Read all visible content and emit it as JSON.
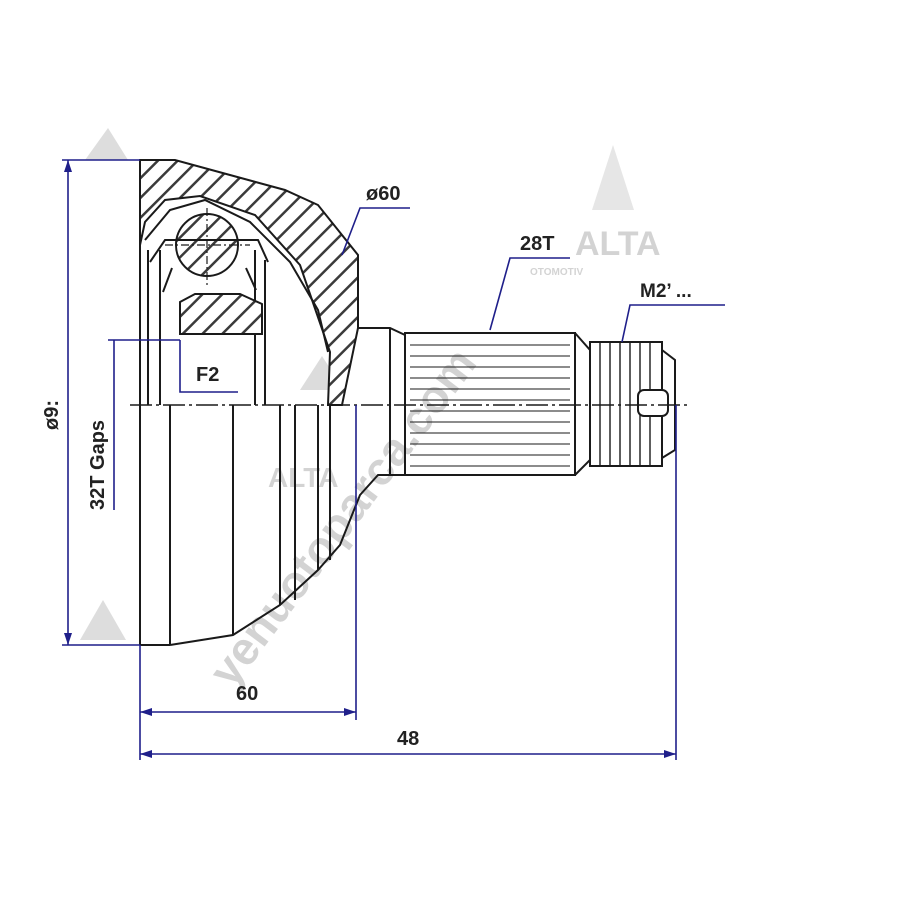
{
  "labels": {
    "outer_diameter": "ø9:",
    "gaps": "32T Gaps",
    "f2": "F2",
    "dia60": "ø60",
    "spline": "28T",
    "thread": "M2’ ...",
    "bell_length": "60",
    "total_length": "48"
  },
  "watermark": {
    "brand": "ALTA",
    "brand_sub": "OTOMOTIV",
    "site": "yenuotoparca.com"
  },
  "colors": {
    "line": "#1a1a1a",
    "hatch": "#3b3b3b",
    "dimension": "#1f1f8a",
    "watermark": "#c9c9c9"
  }
}
